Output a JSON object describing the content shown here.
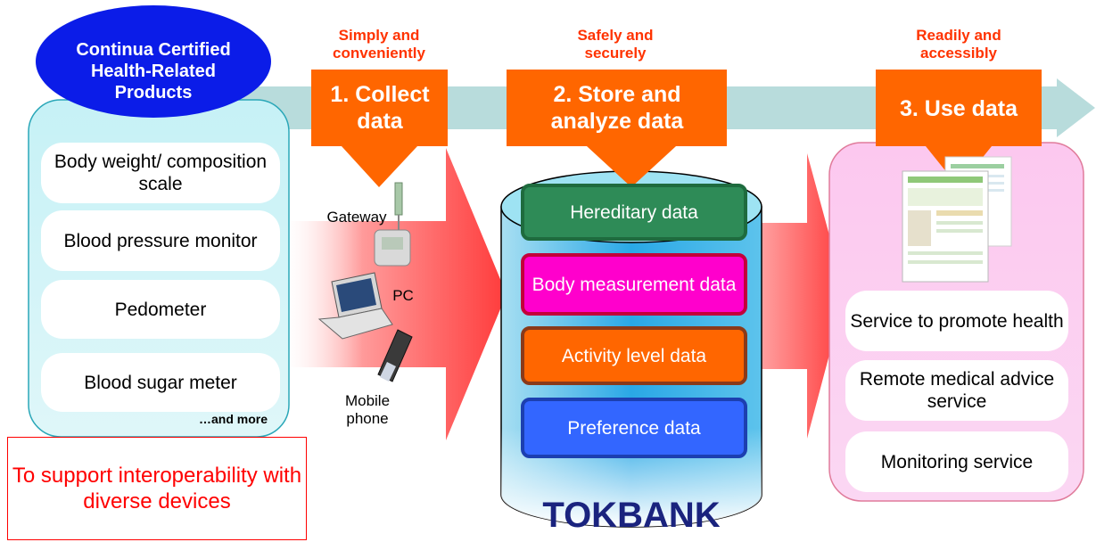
{
  "continua": {
    "title": "Continua Certified Health-Related Products",
    "devices": [
      "Body weight/ composition scale",
      "Blood pressure monitor",
      "Pedometer",
      "Blood sugar meter"
    ],
    "more": "…and more"
  },
  "note": "To support interoperability with diverse devices",
  "steps": [
    {
      "tag": "Simply and conveniently",
      "label": "1. Collect data"
    },
    {
      "tag": "Safely and securely",
      "label": "2. Store and analyze data"
    },
    {
      "tag": "Readily and accessibly",
      "label": "3. Use data"
    }
  ],
  "gateways": {
    "gateway": "Gateway",
    "pc": "PC",
    "mobile": "Mobile phone"
  },
  "database": {
    "name": "TOKBANK",
    "layers": [
      "Hereditary data",
      "Body measurement data",
      "Activity level data",
      "Preference data"
    ]
  },
  "services": [
    "Service to promote health",
    "Remote medical advice service",
    "Monitoring service"
  ],
  "colors": {
    "step_orange": "#ff6600",
    "tag_red": "#ff3300",
    "continua_blue": "#0b1ce8",
    "timeline_teal": "#b8dcdc",
    "hereditary": "#2e8b57",
    "body_measurement": "#ff00cc",
    "activity_level": "#ff6600",
    "preference": "#3366ff",
    "tokbank_navy": "#1a237e"
  }
}
